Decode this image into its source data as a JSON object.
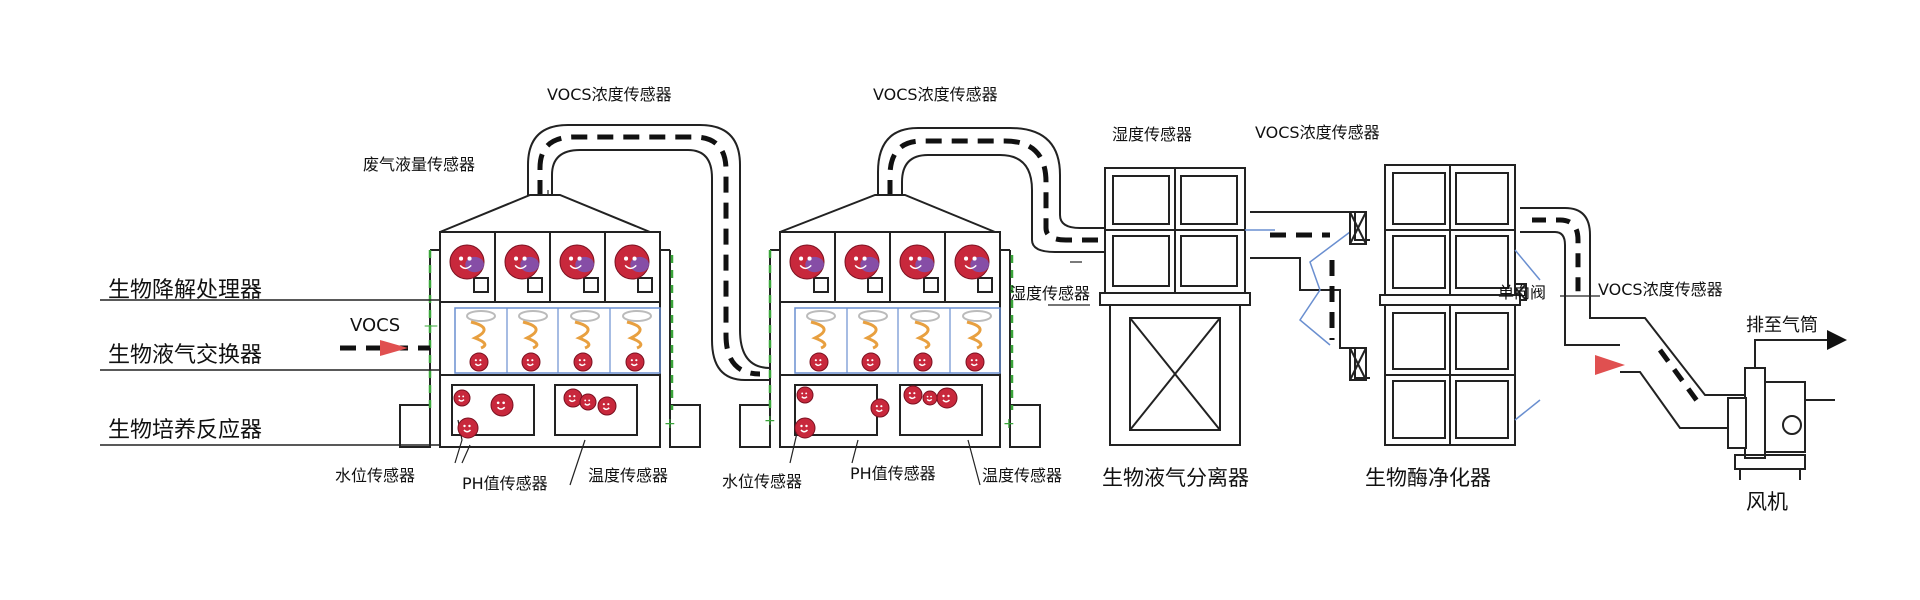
{
  "labels": {
    "vocs_top_1": "VOCS浓度传感器",
    "vocs_top_2": "VOCS浓度传感器",
    "vocs_top_3": "VOCS浓度传感器",
    "vocs_right": "VOCS浓度传感器",
    "waste_liquid_sensor": "废气液量传感器",
    "humidity_sensor_1": "湿度传感器",
    "humidity_sensor_2": "湿度传感器",
    "check_valve": "单向阀",
    "exhaust": "排至气筒",
    "vocs_inlet": "VOCS",
    "bio_degradation": "生物降解处理器",
    "bio_exchanger": "生物液气交换器",
    "bio_reactor": "生物培养反应器",
    "water_level_1": "水位传感器",
    "ph_1": "PH值传感器",
    "temp_1": "温度传感器",
    "water_level_2": "水位传感器",
    "ph_2": "PH值传感器",
    "temp_2": "温度传感器",
    "separator": "生物液气分离器",
    "purifier": "生物酶净化器",
    "fan": "风机"
  },
  "colors": {
    "line": "#222222",
    "duct_dash": "#111111",
    "green_dash": "#3aa53a",
    "microbe_red": "#c8283c",
    "microbe_purple": "#7a55b8",
    "arrow_red": "#e05050",
    "blue_link": "#6a8fd0"
  }
}
